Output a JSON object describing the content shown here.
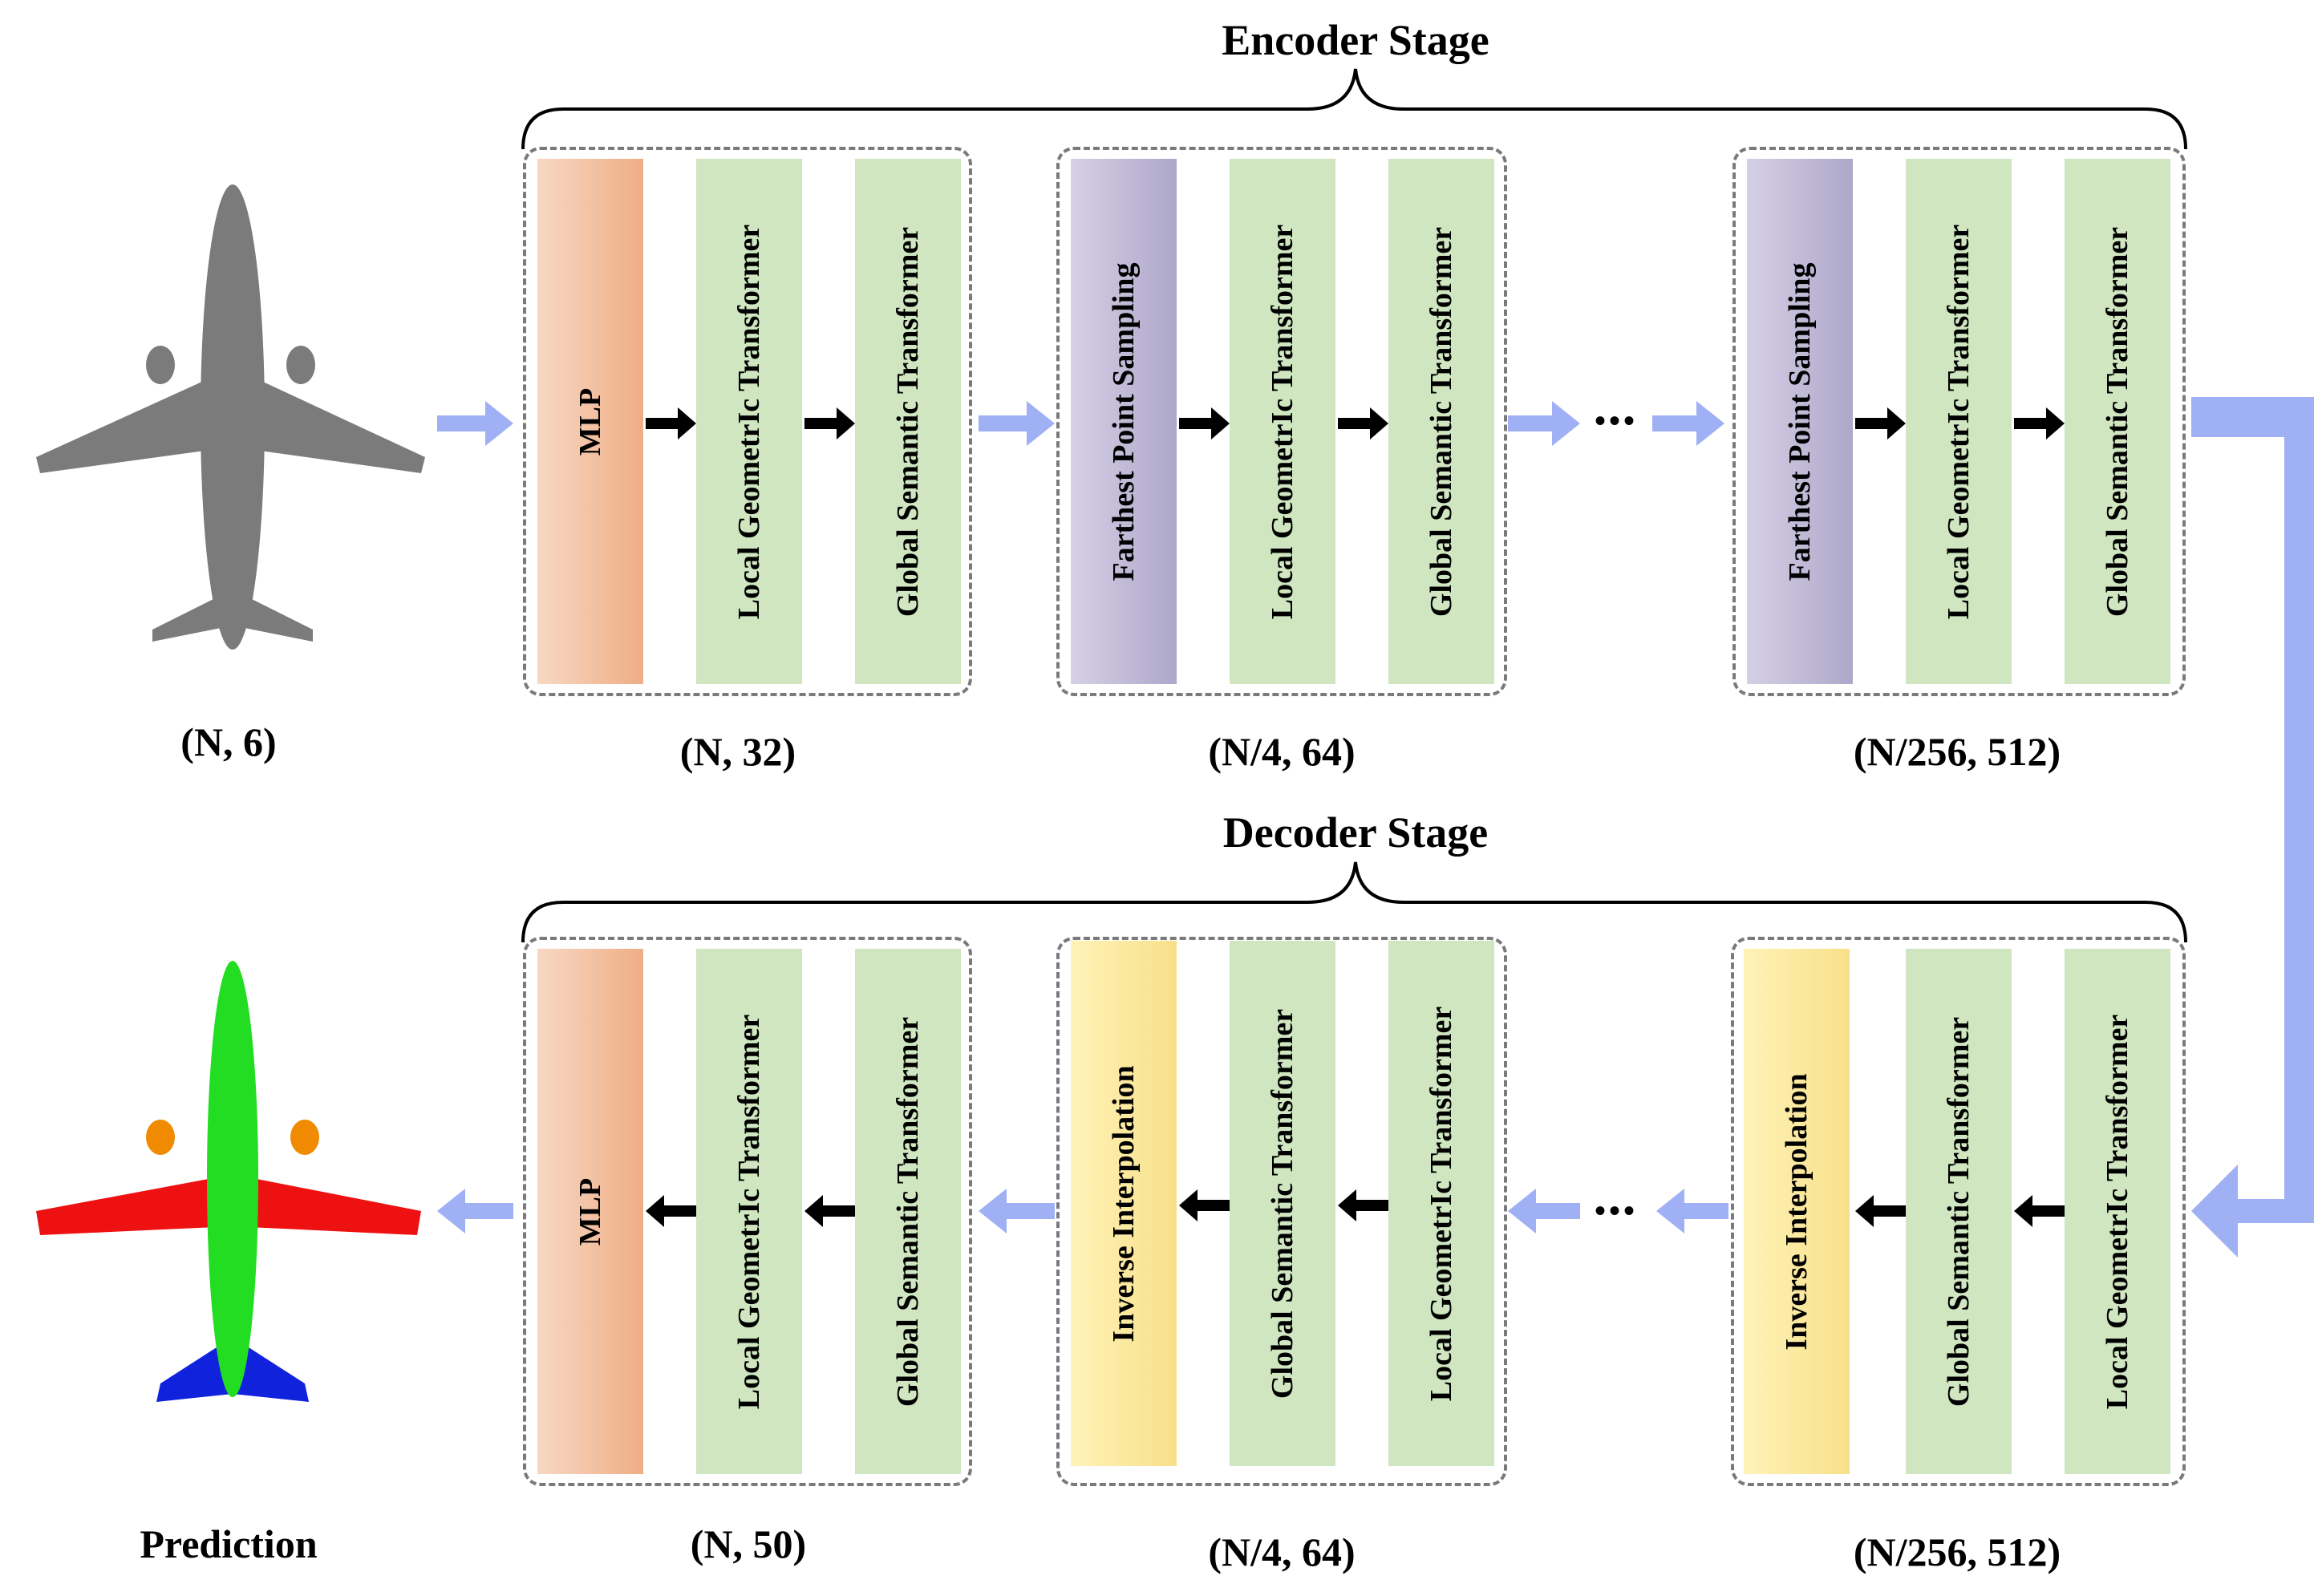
{
  "encoder": {
    "title": "Encoder Stage",
    "groups": [
      {
        "blocks": [
          "MLP",
          "Local GeometrIc Transformer",
          "Global Semantic Transformer"
        ],
        "dim": "(N, 32)"
      },
      {
        "blocks": [
          "Farthest Point Sampling",
          "Local GeometrIc Transformer",
          "Global Semantic Transformer"
        ],
        "dim": "(N/4, 64)"
      },
      {
        "blocks": [
          "Farthest Point Sampling",
          "Local GeometrIc Transformer",
          "Global Semantic Transformer"
        ],
        "dim": "(N/256, 512)"
      }
    ]
  },
  "decoder": {
    "title": "Decoder Stage",
    "groups": [
      {
        "blocks": [
          "MLP",
          "Local GeometrIc Transformer",
          "Global Semantic Transformer"
        ],
        "dim": "(N, 50)"
      },
      {
        "blocks": [
          "Inverse Interpolation",
          "Global Semantic Transformer",
          "Local GeometrIc Transformer"
        ],
        "dim": "(N/4, 64)"
      },
      {
        "blocks": [
          "Inverse Interpolation",
          "Global Semantic Transformer",
          "Local GeometrIc Transformer"
        ],
        "dim": "(N/256, 512)"
      }
    ]
  },
  "input": {
    "label": "(N, 6)"
  },
  "output": {
    "label": "Prediction"
  },
  "ellipsis": "•••",
  "colors": {
    "mlp": "#efae85",
    "transformer": "#cfe6c0",
    "sampling": "#aea7c9",
    "interpolation": "#f8e08a",
    "flow_arrow": "#9fb0f5",
    "pointcloud_input": "#7b7b7b",
    "seg_body": "#22dd22",
    "seg_wings": "#ee1111",
    "seg_engines": "#f08a00",
    "seg_tail": "#1122dd"
  }
}
